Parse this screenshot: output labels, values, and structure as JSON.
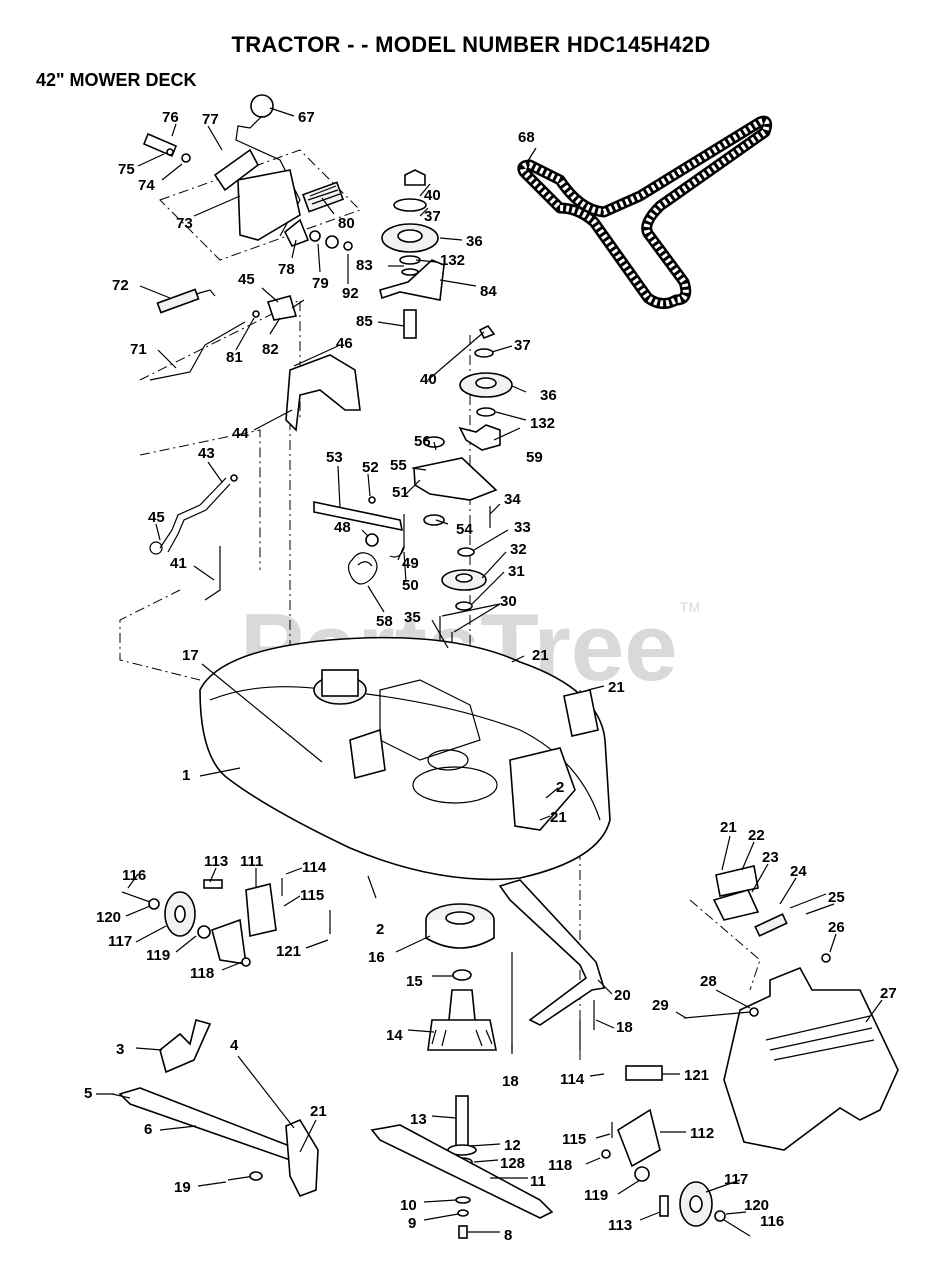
{
  "header": {
    "title": "TRACTOR - - MODEL NUMBER HDC145H42D",
    "subtitle": "42\" MOWER DECK"
  },
  "watermark": {
    "text": "PartsTree",
    "tm": "TM"
  },
  "callouts": {
    "n1": "1",
    "n2a": "2",
    "n2b": "2",
    "n3": "3",
    "n4": "4",
    "n5": "5",
    "n6": "6",
    "n8": "8",
    "n9": "9",
    "n10": "10",
    "n11": "11",
    "n12": "12",
    "n13": "13",
    "n14": "14",
    "n15": "15",
    "n16": "16",
    "n17": "17",
    "n18a": "18",
    "n18b": "18",
    "n19": "19",
    "n20": "20",
    "n21a": "21",
    "n21b": "21",
    "n21c": "21",
    "n21d": "21",
    "n21e": "21",
    "n22": "22",
    "n23": "23",
    "n24": "24",
    "n25": "25",
    "n26": "26",
    "n27": "27",
    "n28": "28",
    "n29": "29",
    "n30": "30",
    "n31": "31",
    "n32": "32",
    "n33": "33",
    "n34": "34",
    "n35": "35",
    "n36a": "36",
    "n36b": "36",
    "n37a": "37",
    "n37b": "37",
    "n40a": "40",
    "n40b": "40",
    "n41": "41",
    "n43": "43",
    "n44": "44",
    "n45a": "45",
    "n45b": "45",
    "n46": "46",
    "n48": "48",
    "n49": "49",
    "n50": "50",
    "n51": "51",
    "n52": "52",
    "n53": "53",
    "n54": "54",
    "n55": "55",
    "n56": "56",
    "n58": "58",
    "n59": "59",
    "n67": "67",
    "n68": "68",
    "n71": "71",
    "n72": "72",
    "n73": "73",
    "n74": "74",
    "n75": "75",
    "n76": "76",
    "n77": "77",
    "n78": "78",
    "n79": "79",
    "n80": "80",
    "n81": "81",
    "n82": "82",
    "n83": "83",
    "n84": "84",
    "n85": "85",
    "n92": "92",
    "n111": "111",
    "n112": "112",
    "n113a": "113",
    "n113b": "113",
    "n114a": "114",
    "n114b": "114",
    "n115a": "115",
    "n115b": "115",
    "n116a": "116",
    "n116b": "116",
    "n117a": "117",
    "n117b": "117",
    "n118a": "118",
    "n118b": "118",
    "n119a": "119",
    "n119b": "119",
    "n120a": "120",
    "n120b": "120",
    "n121a": "121",
    "n121b": "121",
    "n128": "128",
    "n132a": "132",
    "n132b": "132"
  }
}
